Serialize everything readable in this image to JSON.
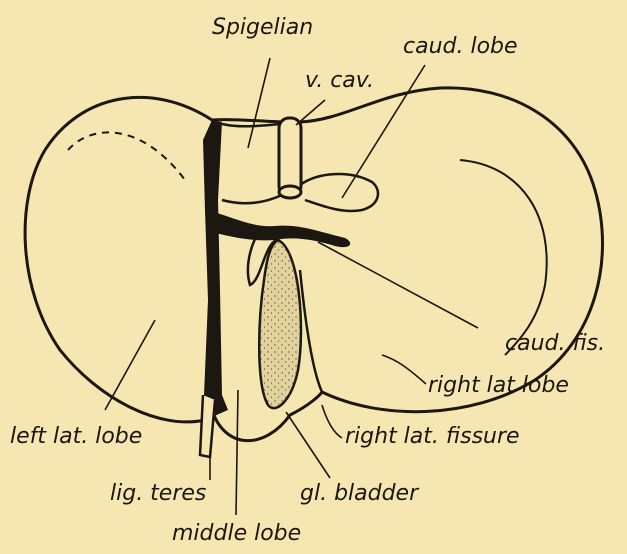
{
  "figure": {
    "labels": {
      "spigelian": "Spigelian",
      "v_cav": "v. cav.",
      "caud_lobe": "caud. lobe",
      "caud_fis": "caud. fis.",
      "right_lat_lobe": "right lat lobe",
      "left_lat_lobe": "left lat. lobe",
      "right_lat_fissure": "right lat. fissure",
      "lig_teres": "lig. teres",
      "gl_bladder": "gl. bladder",
      "middle_lobe": "middle lobe"
    },
    "colors": {
      "paper": "#f6e6b2",
      "ink": "#1c1710",
      "bladder_fill": "#e2d29e"
    }
  }
}
